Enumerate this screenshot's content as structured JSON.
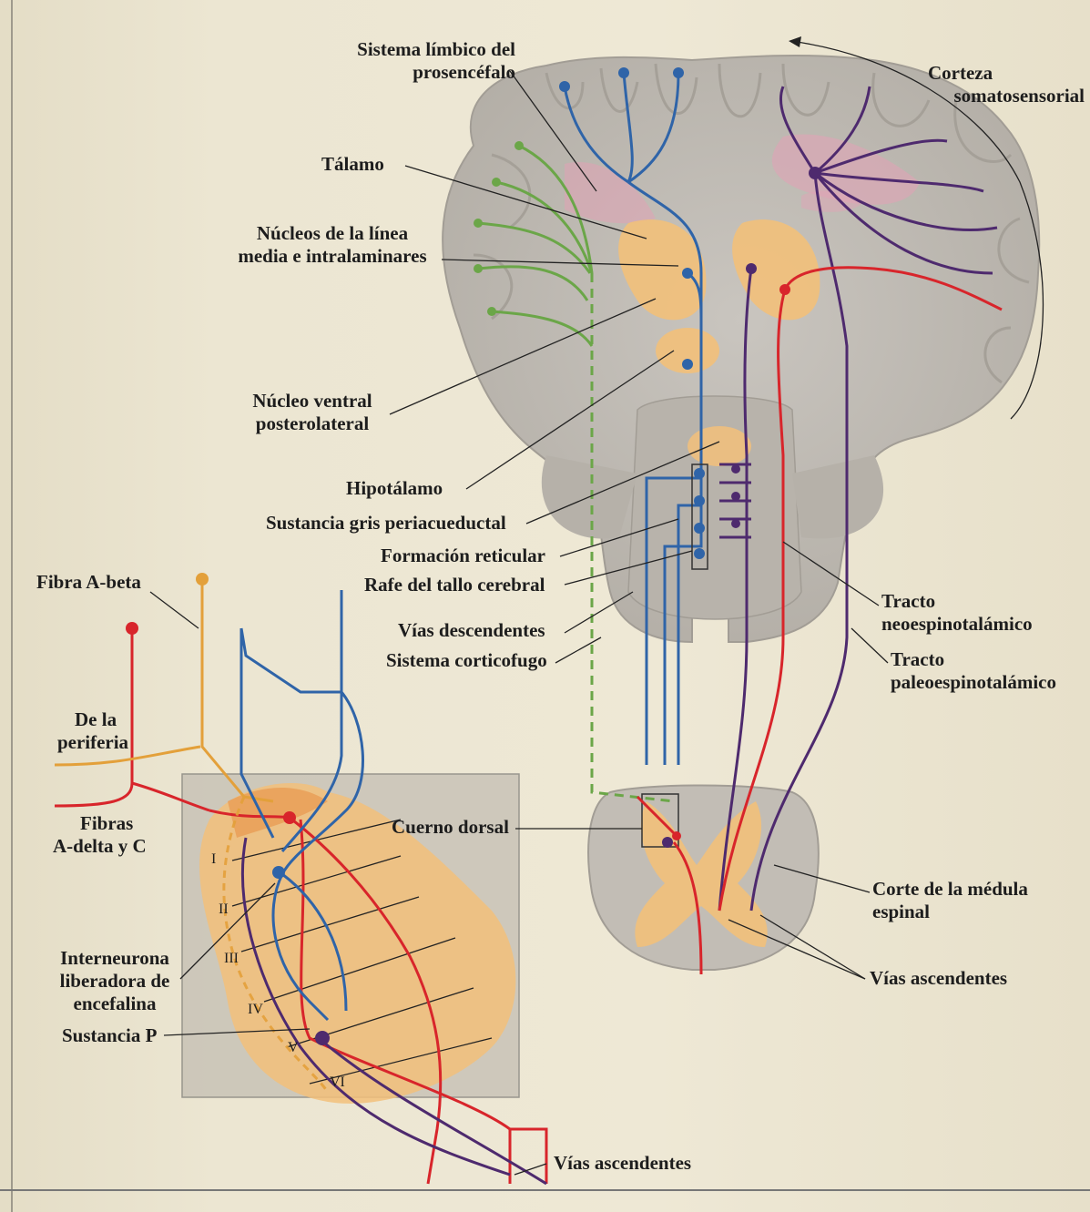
{
  "labels": {
    "limbic": [
      "Sistema límbico del",
      "prosencéfalo"
    ],
    "cortex": [
      "Corteza",
      "somatosensorial"
    ],
    "thalamus": "Tálamo",
    "midline": [
      "Núcleos de la línea",
      "media e intralaminares"
    ],
    "vpl": [
      "Núcleo ventral",
      "posterolateral"
    ],
    "hypothalamus": "Hipotálamo",
    "pag": "Sustancia gris periacueductal",
    "reticular": "Formación reticular",
    "raphe": "Rafe del tallo cerebral",
    "descending": "Vías descendentes",
    "corticofugal": "Sistema corticofugo",
    "abeta": "Fibra A-beta",
    "periphery": [
      "De la",
      "periferia"
    ],
    "adelta": [
      "Fibras",
      "A-delta y C"
    ],
    "dorsal_horn": "Cuerno dorsal",
    "neospino": [
      "Tracto",
      "neoespinotalámico"
    ],
    "paleospino": [
      "Tracto",
      "paleoespinotalámico"
    ],
    "spinal_section": [
      "Corte de la médula",
      "espinal"
    ],
    "ascending_right": "Vías ascendentes",
    "interneuron": [
      "Interneurona",
      "liberadora de",
      "encefalina"
    ],
    "substance_p": "Sustancia P",
    "ascending_bottom": "Vías ascendentes"
  },
  "laminae": [
    "I",
    "II",
    "III",
    "IV",
    "V",
    "VI"
  ],
  "colors": {
    "pain_red": "#d8252b",
    "abeta_orange": "#e3a03a",
    "descending_blue": "#2f64a8",
    "ascending_purple": "#4e2a6e",
    "limbic_green": "#6ba648",
    "brain_gray": "#bdb8b1",
    "highlight_orange": "#f2c07a",
    "highlight_pink": "#e0a3b5"
  }
}
